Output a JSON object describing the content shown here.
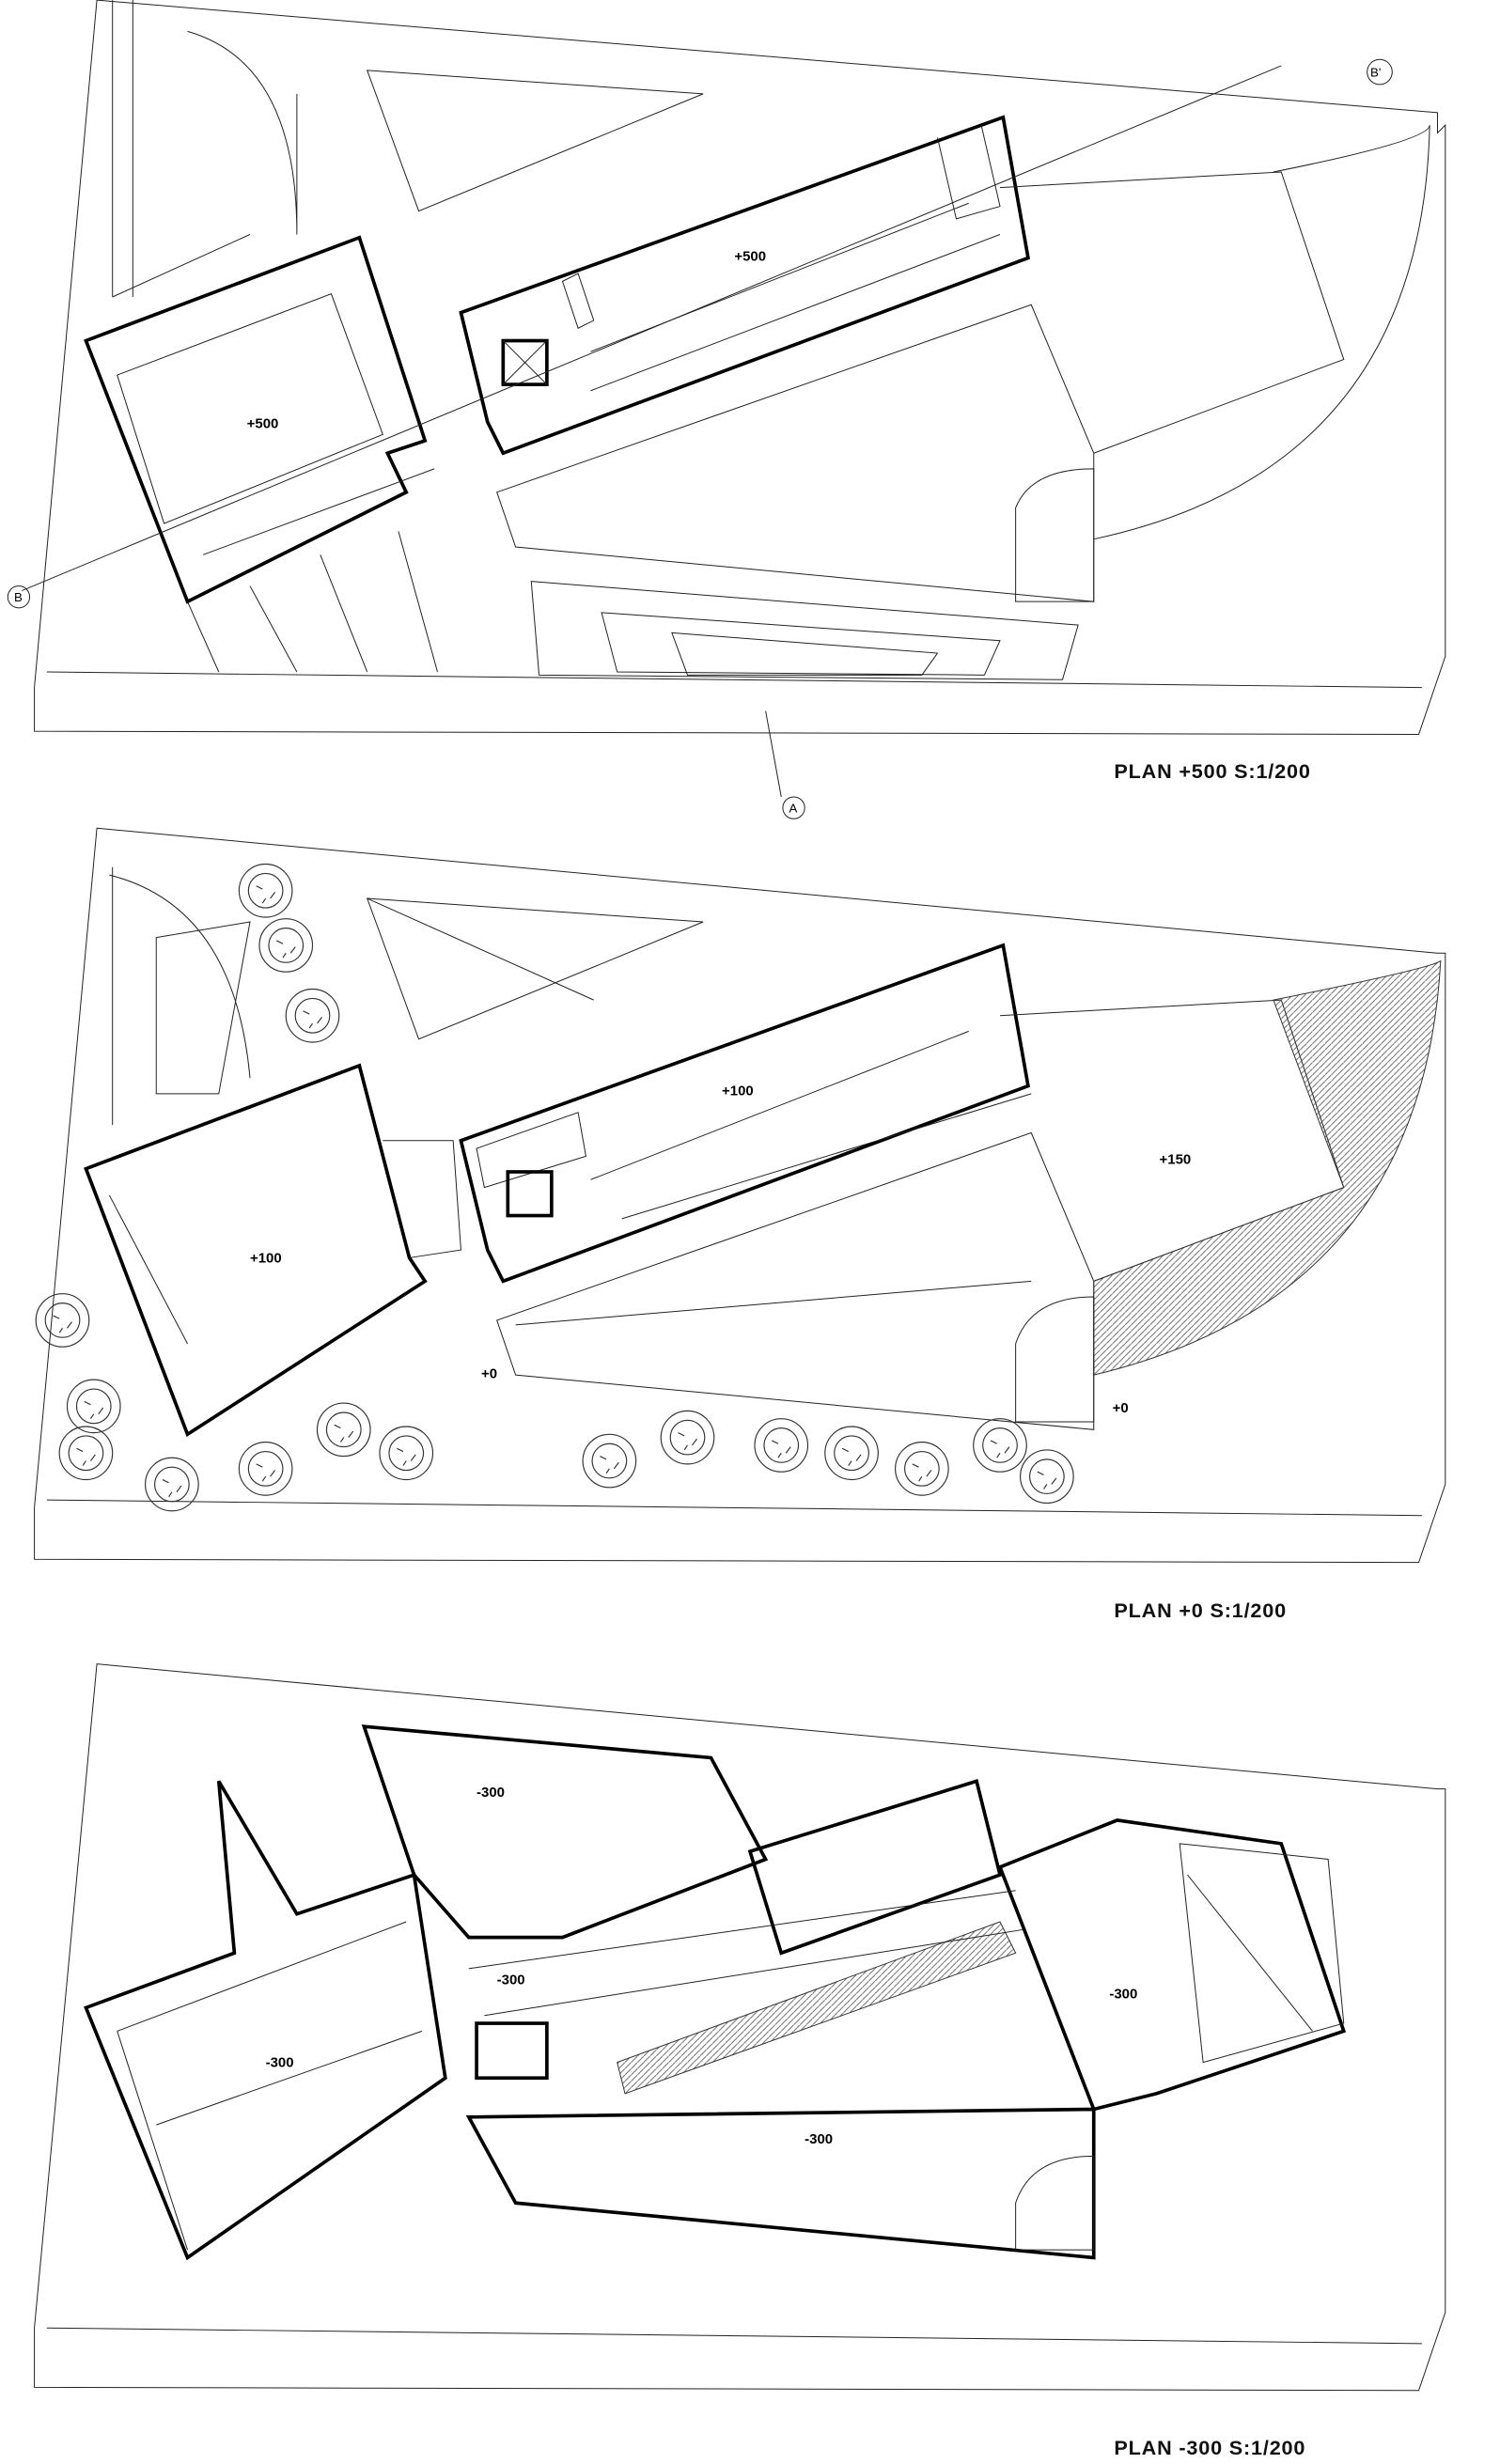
{
  "plans": [
    {
      "title": "PLAN +500 S:1/200",
      "levels": [
        "+500",
        "+500"
      ]
    },
    {
      "title": "PLAN +0 S:1/200",
      "levels": [
        "+100",
        "+100",
        "+150",
        "+0",
        "+0"
      ]
    },
    {
      "title": "PLAN -300 S:1/200",
      "levels": [
        "-300",
        "-300",
        "-300",
        "-300",
        "-300"
      ]
    }
  ],
  "section_markers": [
    "A",
    "B",
    "B'"
  ]
}
